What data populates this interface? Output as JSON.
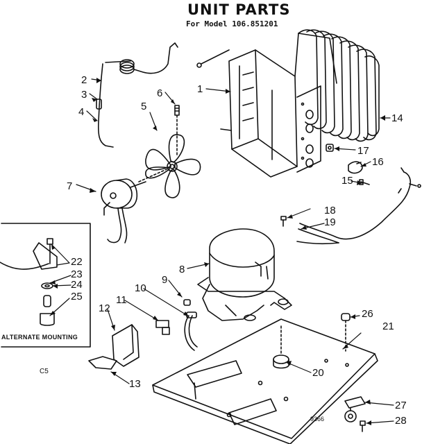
{
  "title": "UNIT PARTS",
  "subtitle": "For Model 106.851201",
  "callouts": [
    "1",
    "2",
    "3",
    "4",
    "5",
    "6",
    "7",
    "8",
    "9",
    "10",
    "11",
    "12",
    "13",
    "14",
    "15",
    "16",
    "17",
    "18",
    "19",
    "20",
    "21",
    "22",
    "23",
    "24",
    "25",
    "26",
    "27",
    "28"
  ],
  "inset_label": "ALTERNATE MOUNTING",
  "corner_code": "C5",
  "drawing_number": "9366",
  "colors": {
    "ink": "#111111",
    "paper": "#ffffff"
  }
}
